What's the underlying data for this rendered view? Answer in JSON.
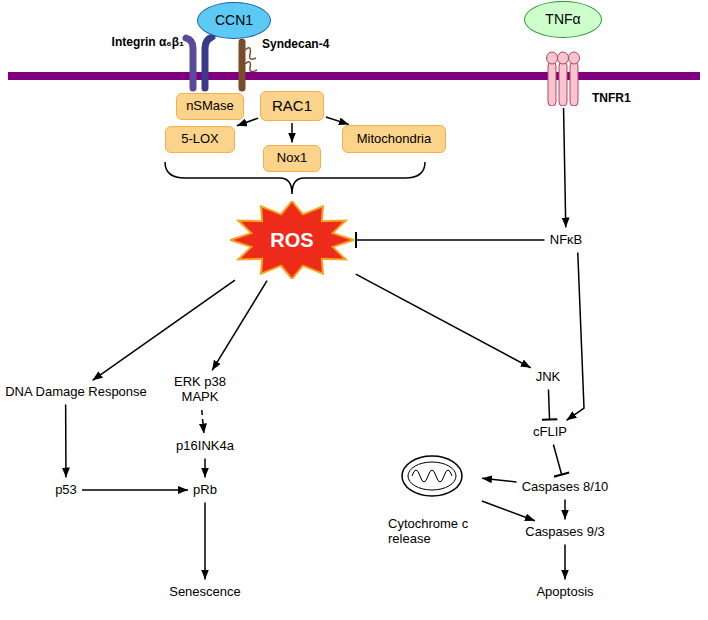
{
  "diagram": {
    "nodes": [
      {
        "text": [
          "CCN1"
        ]
      },
      {
        "text": [
          "TNFα"
        ]
      },
      {
        "text": [
          "TNFR1"
        ]
      },
      {
        "text": [
          "nSMase"
        ]
      },
      {
        "text": [
          "RAC1"
        ]
      },
      {
        "text": [
          "5-LOX"
        ]
      },
      {
        "text": [
          "Nox1"
        ]
      },
      {
        "text": [
          "Mitochondria"
        ]
      },
      {
        "text": [
          "ROS"
        ]
      },
      {
        "text": [
          "NFκB"
        ]
      },
      {
        "text": [
          "DNA Damage Response"
        ]
      },
      {
        "text": [
          "ERK p38 MAPK"
        ]
      },
      {
        "text": [
          "JNK"
        ]
      },
      {
        "text": [
          "p53"
        ]
      },
      {
        "text": [
          "p16INK4a"
        ]
      },
      {
        "text": [
          "pRb"
        ]
      },
      {
        "text": [
          "cFLIP"
        ]
      },
      {
        "text": [
          "Caspases 8/10"
        ]
      },
      {
        "text": [
          "Cytochrome c release"
        ]
      },
      {
        "text": [
          "Caspases 9/3"
        ]
      },
      {
        "text": [
          "Senescence"
        ]
      },
      {
        "text": [
          "Apoptosis"
        ]
      }
    ],
    "edges": [
      {
        "from": 4,
        "to": 5,
        "arrow": "to"
      },
      {
        "from": 4,
        "to": 6,
        "arrow": "to"
      },
      {
        "from": 4,
        "to": 7,
        "arrow": "to"
      },
      {
        "from": 2,
        "to": 9,
        "arrow": "to"
      },
      {
        "from": 9,
        "to": 8,
        "arrow": "to"
      },
      {
        "from": 8,
        "to": 10,
        "arrow": "to"
      },
      {
        "from": 8,
        "to": 11,
        "arrow": "to"
      },
      {
        "from": 8,
        "to": 12,
        "arrow": "to"
      },
      {
        "from": 10,
        "to": 13,
        "arrow": "to"
      },
      {
        "from": 13,
        "to": 15,
        "arrow": "to"
      },
      {
        "from": 11,
        "to": 14,
        "arrow": "to"
      },
      {
        "from": 14,
        "to": 15,
        "arrow": "to"
      },
      {
        "from": 15,
        "to": 20,
        "arrow": "to"
      },
      {
        "from": 12,
        "to": 16,
        "arrow": "to"
      },
      {
        "from": 9,
        "to": 16,
        "arrow": "to"
      },
      {
        "from": 16,
        "to": 17,
        "arrow": "to"
      },
      {
        "from": 17,
        "to": 18,
        "arrow": "to"
      },
      {
        "from": 18,
        "to": 19,
        "arrow": "to"
      },
      {
        "from": 17,
        "to": 19,
        "arrow": "to"
      },
      {
        "from": 19,
        "to": 21,
        "arrow": "to"
      }
    ],
    "labels": [
      "Integrin α₆β₁",
      "Syndecan-4"
    ]
  }
}
